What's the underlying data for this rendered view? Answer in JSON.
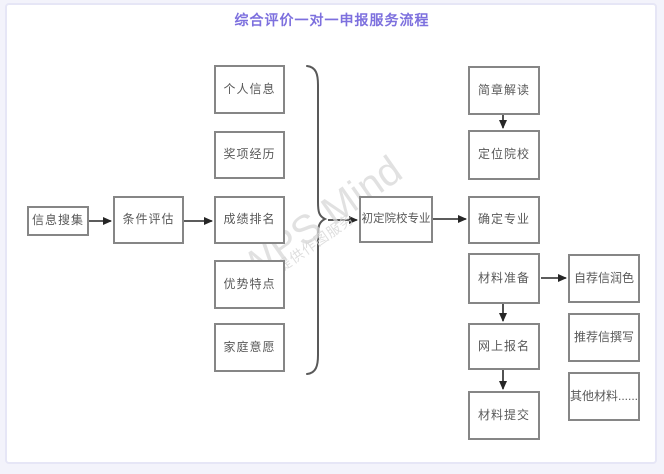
{
  "title": "综合评价一对一申报服务流程",
  "watermark": {
    "line1": "WPS Mind",
    "line2": "WPS仅提供作图服务"
  },
  "nodes": {
    "info_collect": "信息搜集",
    "condition_eval": "条件评估",
    "personal_info": "个人信息",
    "award_exp": "奖项经历",
    "grade_rank": "成绩排名",
    "advantage": "优势特点",
    "family_will": "家庭意愿",
    "initial_school": "初定院校专业",
    "brochure": "简章解读",
    "position_school": "定位院校",
    "confirm_major": "确定专业",
    "material_prep": "材料准备",
    "online_apply": "网上报名",
    "material_submit": "材料提交",
    "self_letter": "自荐信润色",
    "rec_letter": "推荐信撰写",
    "other_material": "其他材料......"
  },
  "edges": [
    {
      "from": "信息搜集",
      "to": "条件评估"
    },
    {
      "from": "条件评估",
      "to": "成绩排名"
    },
    {
      "from": "个人信息/奖项经历/成绩排名/优势特点/家庭意愿 (合并)",
      "to": "初定院校专业"
    },
    {
      "from": "初定院校专业",
      "to": "确定专业"
    },
    {
      "from": "简章解读",
      "to": "定位院校"
    },
    {
      "from": "材料准备",
      "to": "自荐信润色"
    },
    {
      "from": "材料准备",
      "to": "网上报名"
    },
    {
      "from": "网上报名",
      "to": "材料提交"
    }
  ]
}
